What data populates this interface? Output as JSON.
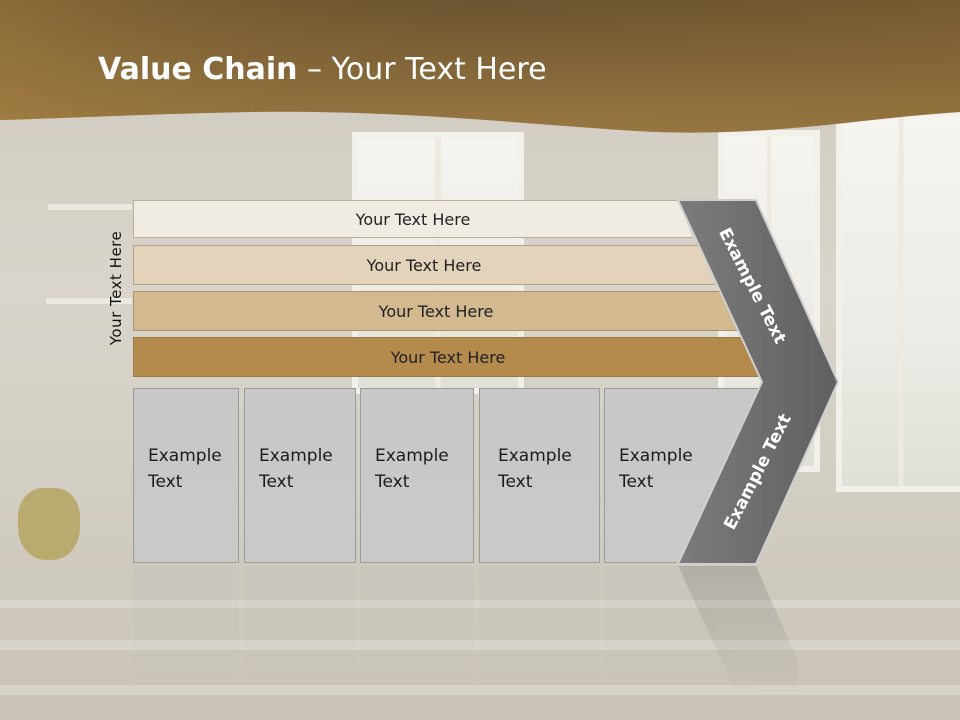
{
  "slide": {
    "title_bold": "Value Chain",
    "title_rest": " – Your Text Here",
    "side_label": "Your Text Here",
    "bars": [
      {
        "label": "Your Text Here",
        "color": "#f1ece3"
      },
      {
        "label": "Your Text Here",
        "color": "#e2d3ba"
      },
      {
        "label": "Your Text Here",
        "color": "#d3b98f"
      },
      {
        "label": "Your Text Here",
        "color": "#b48a4d"
      }
    ],
    "columns": [
      {
        "line1": "Example",
        "line2": "Text"
      },
      {
        "line1": "Example",
        "line2": "Text"
      },
      {
        "line1": "Example",
        "line2": "Text"
      },
      {
        "line1": "Example",
        "line2": "Text"
      },
      {
        "line1": "Example",
        "line2": "Text"
      }
    ],
    "chevron_top_label": "Example Text",
    "chevron_bottom_label": "Example Text",
    "colors": {
      "header_brown": "#8a6b36",
      "chevron_gray": "#6f6f6f",
      "column_gray": "#c8c8c8"
    }
  }
}
